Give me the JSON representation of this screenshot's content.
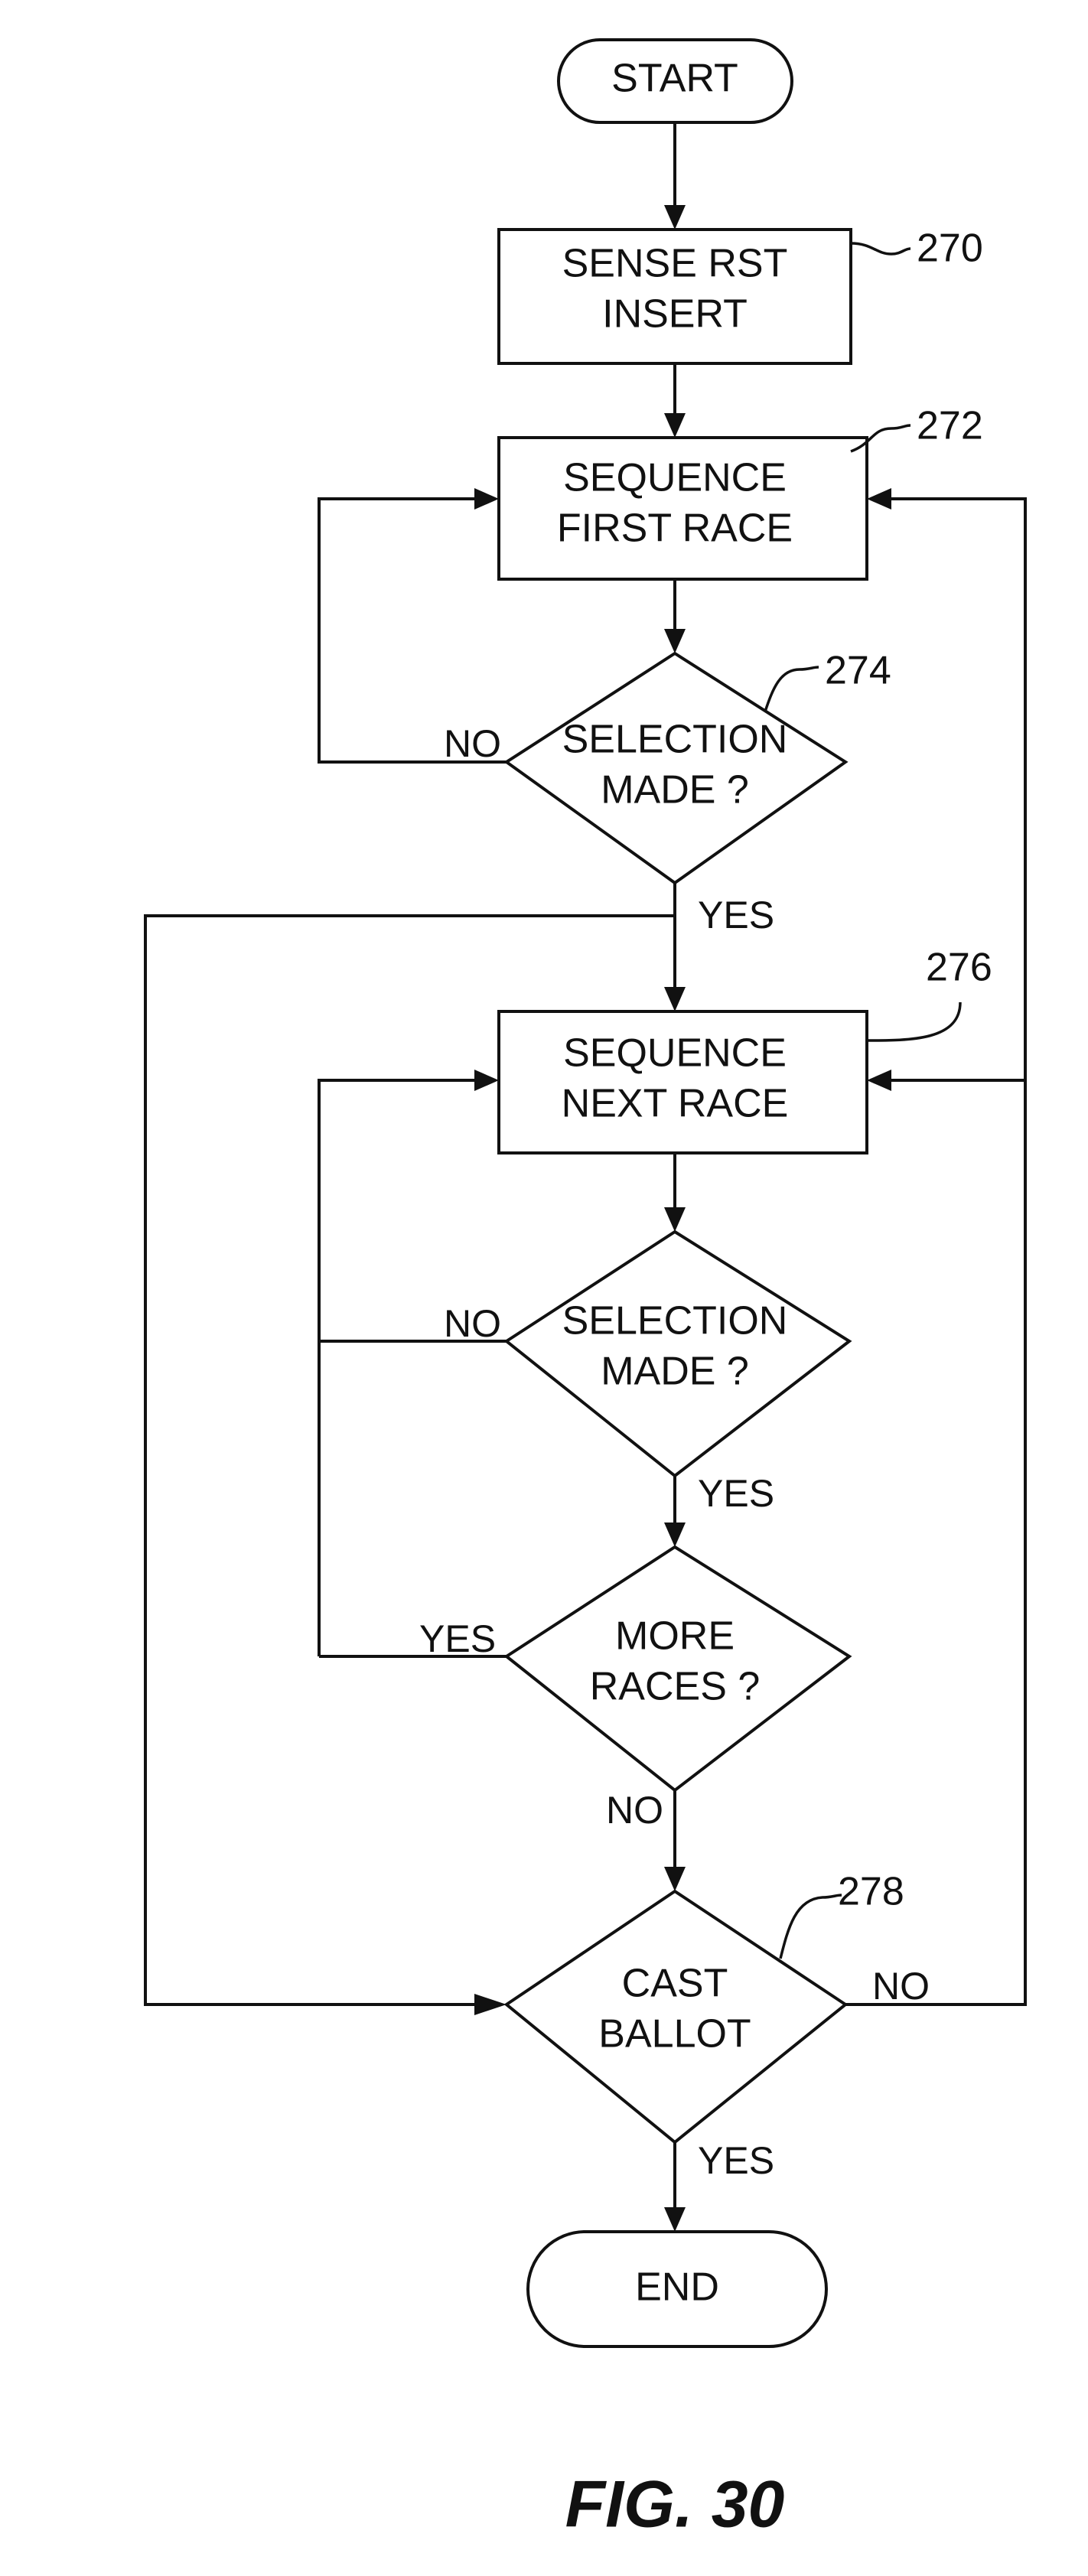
{
  "nodes": {
    "start": "START",
    "sense_line1": "SENSE RST",
    "sense_line2": "INSERT",
    "seq_first_line1": "SEQUENCE",
    "seq_first_line2": "FIRST RACE",
    "sel1_line1": "SELECTION",
    "sel1_line2": "MADE ?",
    "seq_next_line1": "SEQUENCE",
    "seq_next_line2": "NEXT RACE",
    "sel2_line1": "SELECTION",
    "sel2_line2": "MADE ?",
    "more_line1": "MORE",
    "more_line2": "RACES ?",
    "cast_line1": "CAST",
    "cast_line2": "BALLOT",
    "end": "END"
  },
  "refs": {
    "r270": "270",
    "r272": "272",
    "r274": "274",
    "r276": "276",
    "r278": "278"
  },
  "edges": {
    "sel1_no": "NO",
    "sel1_yes": "YES",
    "sel2_no": "NO",
    "sel2_yes": "YES",
    "more_yes": "YES",
    "more_no": "NO",
    "cast_no": "NO",
    "cast_yes": "YES"
  },
  "caption": "FIG. 30"
}
